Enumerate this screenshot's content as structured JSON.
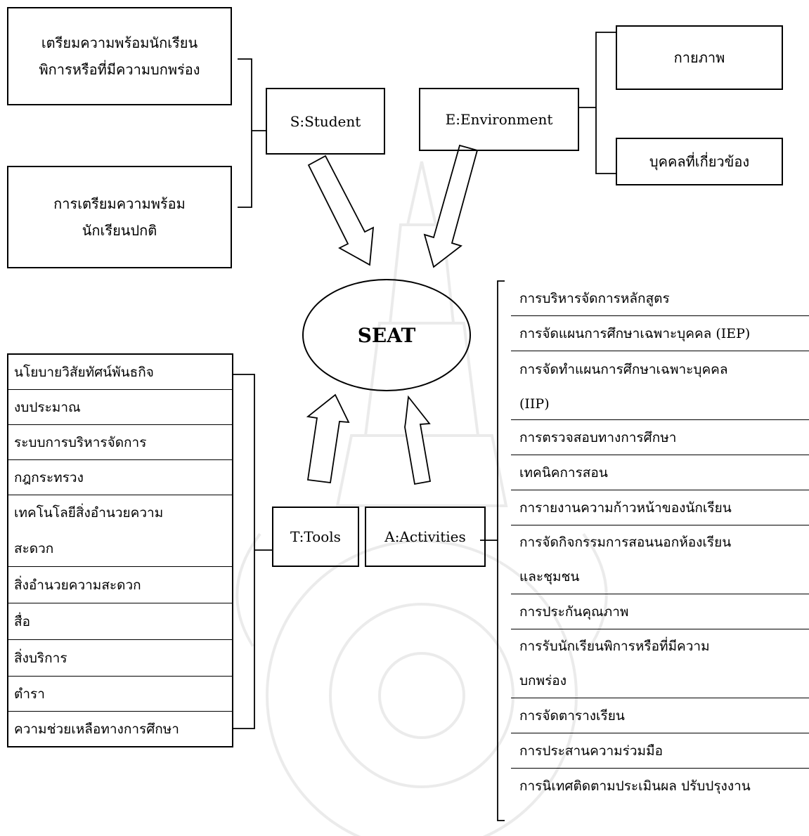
{
  "student_prep_disabled": [
    "เตรียมความพร้อมนักเรียน",
    "พิการหรือที่มีความบกพร่อง"
  ],
  "student_prep_normal": [
    "การเตรียมความพร้อม",
    "นักเรียนปกติ"
  ],
  "student_label": "S:Student",
  "environment_label": "E:Environment",
  "env_physical": "กายภาพ",
  "env_people": "บุคคลที่เกี่ยวข้อง",
  "center_label": "SEAT",
  "tools_label": "T:Tools",
  "activities_label": "A:Activities",
  "tools_items": [
    {
      "lines": [
        "นโยบายวิสัยทัศน์พันธกิจ"
      ]
    },
    {
      "lines": [
        "งบประมาณ"
      ]
    },
    {
      "lines": [
        "ระบบการบริหารจัดการ"
      ]
    },
    {
      "lines": [
        "กฎกระทรวง"
      ]
    },
    {
      "lines": [
        "เทคโนโลยีสิ่งอำนวยความ",
        "สะดวก"
      ]
    },
    {
      "lines": [
        "สิ่งอำนวยความสะดวก"
      ]
    },
    {
      "lines": [
        "สื่อ"
      ]
    },
    {
      "lines": [
        "สิ่งบริการ"
      ]
    },
    {
      "lines": [
        "ตำรา"
      ]
    },
    {
      "lines": [
        "ความช่วยเหลือทางการศึกษา"
      ]
    }
  ],
  "activities_items": [
    {
      "lines": [
        "การบริหารจัดการหลักสูตร"
      ]
    },
    {
      "lines": [
        "การจัดแผนการศึกษาเฉพาะบุคคล (IEP)"
      ]
    },
    {
      "lines": [
        "การจัดทำแผนการศึกษาเฉพาะบุคคล",
        "(IIP)"
      ]
    },
    {
      "lines": [
        "การตรวจสอบทางการศึกษา"
      ]
    },
    {
      "lines": [
        "เทคนิคการสอน"
      ]
    },
    {
      "lines": [
        "การายงานความก้าวหน้าของนักเรียน"
      ]
    },
    {
      "lines": [
        "การจัดกิจกรรมการสอนนอกห้องเรียน",
        "และชุมชน"
      ]
    },
    {
      "lines": [
        "การประกันคุณภาพ"
      ]
    },
    {
      "lines": [
        "การรับนักเรียนพิการหรือที่มีความ",
        "บกพร่อง"
      ]
    },
    {
      "lines": [
        "การจัดตารางเรียน"
      ]
    },
    {
      "lines": [
        "การประสานความร่วมมือ"
      ]
    },
    {
      "lines": [
        "การนิเทศติดตามประเมินผล ปรับปรุงงาน"
      ]
    }
  ]
}
